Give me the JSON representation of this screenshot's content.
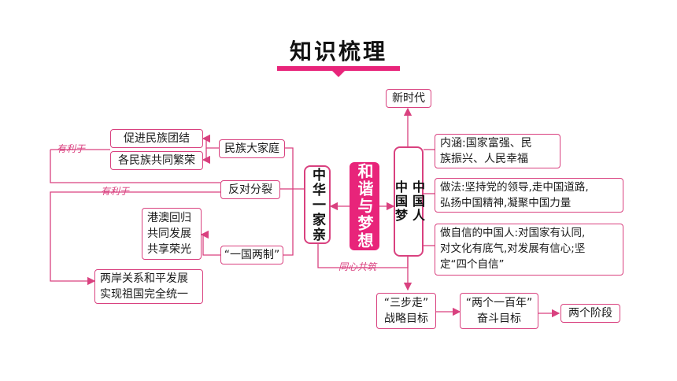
{
  "title": "知识梳理",
  "colors": {
    "accent": "#e8247a",
    "line": "#d9417f"
  },
  "center": {
    "label": "和谐与梦想"
  },
  "left": {
    "node": "中华一家亲",
    "family": "民族大家庭",
    "family_items": [
      "促进民族团结",
      "各民族共同繁荣"
    ],
    "oppose": "反对分裂",
    "policy": "“一国两制”",
    "policy_items": [
      "港澳回归",
      "共同发展",
      "共享荣光"
    ],
    "strait": [
      "两岸关系和平发展",
      "实现祖国完全统一"
    ],
    "benefit_label_1": "有利于",
    "benefit_label_2": "有利于"
  },
  "right": {
    "node": [
      "中国人",
      "中国梦"
    ],
    "new_era": "新时代",
    "connotation": [
      "内涵:国家富强、民",
      "族振兴、人民幸福"
    ],
    "method": [
      "做法:坚持党的领导,走中国道路,",
      "弘扬中国精神,凝聚中国力量"
    ],
    "confidence": [
      "做自信的中国人:对国家有认同,",
      "对文化有底气,对发展有信心;坚",
      "定“四个自信”"
    ],
    "steps": [
      "“三步走”",
      "战略目标"
    ],
    "centenary": [
      "“两个一百年”",
      "奋斗目标"
    ],
    "two_stages": "两个阶段"
  },
  "together_label": "同心共筑"
}
